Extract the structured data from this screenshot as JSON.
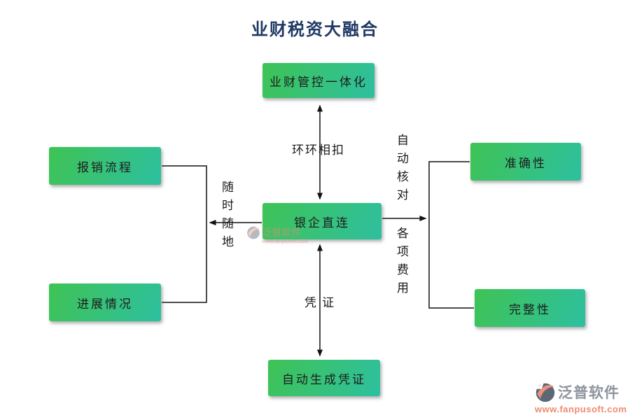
{
  "title": "业财税资大融合",
  "diagram": {
    "nodes": {
      "top": {
        "label": "业财管控一体化"
      },
      "center": {
        "label": "银企直连"
      },
      "left_top": {
        "label": "报销流程"
      },
      "left_bottom": {
        "label": "进展情况"
      },
      "right_top": {
        "label": "准确性"
      },
      "right_bottom": {
        "label": "完整性"
      },
      "bottom": {
        "label": "自动生成凭证"
      }
    },
    "edge_labels": {
      "top_to_center": "环环相扣",
      "center_to_bottom": "凭 证",
      "center_to_left": "随时随地",
      "center_to_right_upper": "自动核对",
      "center_to_right_lower": "各项费用"
    }
  },
  "watermark": {
    "name": "泛普软件",
    "url": "www.fanpusoft.com"
  },
  "brand": {
    "name": "泛普软件",
    "url": "www.fanpusoft.com"
  },
  "colors": {
    "title": "#1f3864",
    "node_gradient_start": "#3fc355",
    "node_gradient_end": "#2dc09f",
    "node_text": "#1c1c1c",
    "line": "#111111",
    "brand_name": "#8e949e",
    "brand_url": "#ef8b6d"
  }
}
